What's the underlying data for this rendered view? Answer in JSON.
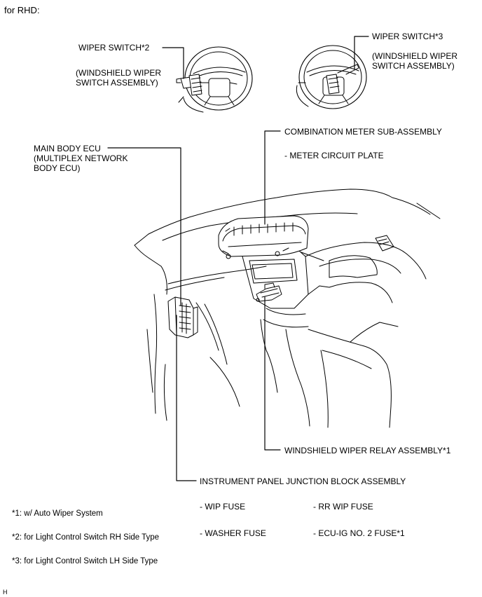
{
  "header": {
    "text": "for RHD:"
  },
  "callouts": {
    "wiper_switch_2": {
      "title": "WIPER SWITCH*2",
      "line1": "(WINDSHIELD WIPER",
      "line2": "SWITCH ASSEMBLY)"
    },
    "wiper_switch_3": {
      "title": "WIPER SWITCH*3",
      "line1": "(WINDSHIELD WIPER",
      "line2": "SWITCH ASSEMBLY)"
    },
    "combination_meter": {
      "title": "COMBINATION METER SUB-ASSEMBLY",
      "sub": "- METER CIRCUIT PLATE"
    },
    "main_body_ecu": {
      "line1": "MAIN BODY ECU",
      "line2": "(MULTIPLEX NETWORK",
      "line3": "BODY ECU)"
    },
    "wiper_relay": {
      "title": "WINDSHIELD WIPER RELAY ASSEMBLY*1"
    },
    "junction_block": {
      "title": "INSTRUMENT PANEL JUNCTION BLOCK ASSEMBLY",
      "fuses": [
        "- WIP FUSE",
        "- RR WIP FUSE",
        "- WASHER FUSE",
        "- ECU-IG NO. 2 FUSE*1"
      ]
    }
  },
  "footnotes": [
    "*1: w/ Auto Wiper System",
    "*2: for Light Control Switch RH Side Type",
    "*3: for Light Control Switch LH Side Type"
  ],
  "corner_mark": "H"
}
